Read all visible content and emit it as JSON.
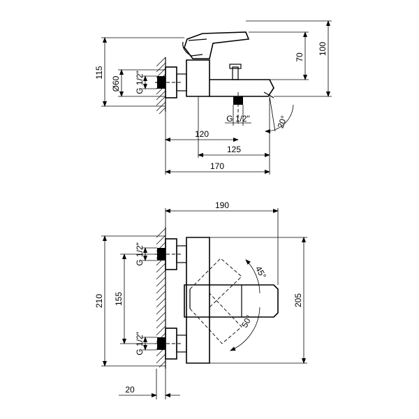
{
  "title": "",
  "side_view": {
    "dimensions": {
      "height_115": "115",
      "height_100": "100",
      "height_70": "70",
      "diameter": "Ø60",
      "thread_inlet": "G 1/2\"",
      "thread_outlet": "G 1/2\"",
      "width_120": "120",
      "width_125": "125",
      "width_170": "170",
      "angle": "20°"
    }
  },
  "front_view": {
    "dimensions": {
      "width_190": "190",
      "height_210": "210",
      "height_205": "205",
      "spacing_155": "155",
      "thread_top": "G 1/2\"",
      "thread_bottom": "G 1/2\"",
      "offset_20": "20",
      "angle_up": "45°",
      "angle_down": "50°"
    }
  }
}
